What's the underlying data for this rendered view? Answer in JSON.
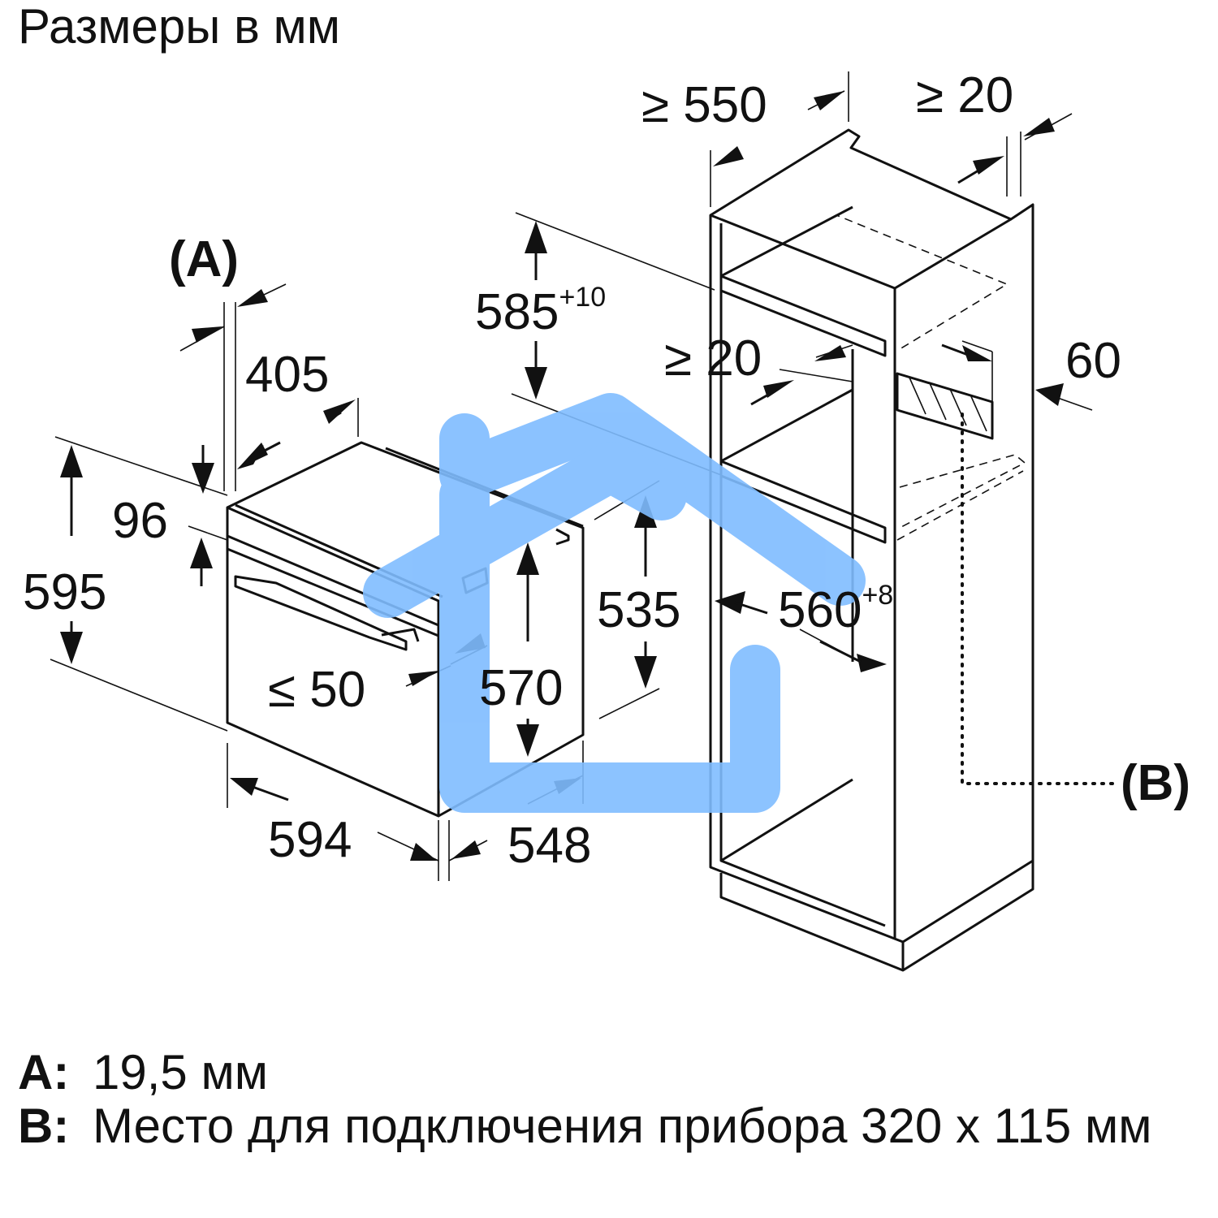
{
  "title": "Размеры в мм",
  "labels": {
    "depth_min": "≥ 550",
    "gap_right": "≥ 20",
    "marker_a": "(A)",
    "marker_b": "(B)",
    "niche_height": "585",
    "niche_height_tol": "+10",
    "gap_shelf": "≥ 20",
    "vent": "60",
    "dim_405": "405",
    "dim_96": "96",
    "dim_595": "595",
    "dim_535": "535",
    "niche_width": "560",
    "niche_width_tol": "+8",
    "dim_50": "≤ 50",
    "dim_570": "570",
    "dim_594": "594",
    "dim_548": "548"
  },
  "legend": [
    {
      "key": "A:",
      "text": "19,5 мм"
    },
    {
      "key": "B:",
      "text": "Место для подключения прибора 320 x 115 мм"
    }
  ],
  "colors": {
    "line": "#111111",
    "watermark": "#7fbcff"
  },
  "watermark_icon": "house-icon"
}
